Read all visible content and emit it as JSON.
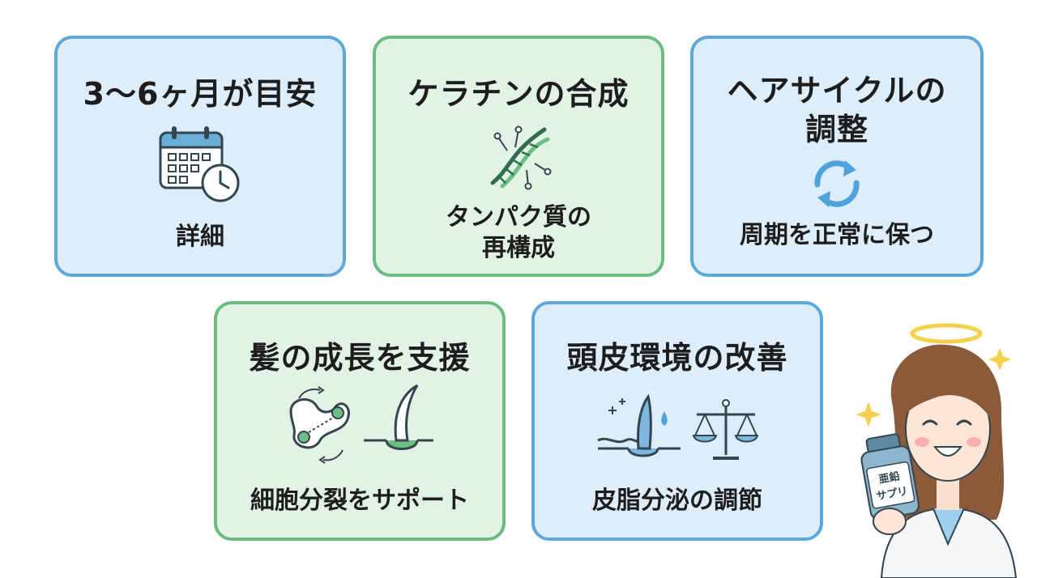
{
  "cards": [
    {
      "title": "3〜6ヶ月が目安",
      "subtitle": "詳細",
      "icon": "calendar-clock-icon",
      "color": "#5ea8d8"
    },
    {
      "title": "ケラチンの合成",
      "subtitle_lines": [
        "タンパク質の",
        "再構成"
      ],
      "icon": "dna-icon",
      "color": "#6dbb80"
    },
    {
      "title_lines": [
        "ヘアサイクルの",
        "調整"
      ],
      "subtitle": "周期を正常に保つ",
      "icon": "cycle-arrows-icon",
      "color": "#5ea8d8"
    },
    {
      "title": "髪の成長を支援",
      "subtitle": "細胞分裂をサポート",
      "icon": "cell-division-hair-icon",
      "color": "#6dbb80"
    },
    {
      "title": "頭皮環境の改善",
      "subtitle": "皮脂分泌の調節",
      "icon": "scalp-balance-icon",
      "color": "#5ea8d8"
    }
  ],
  "mascot": {
    "bottle_label_lines": [
      "亜鉛",
      "サプリ"
    ],
    "icon": "pharmacist-angel-icon"
  }
}
